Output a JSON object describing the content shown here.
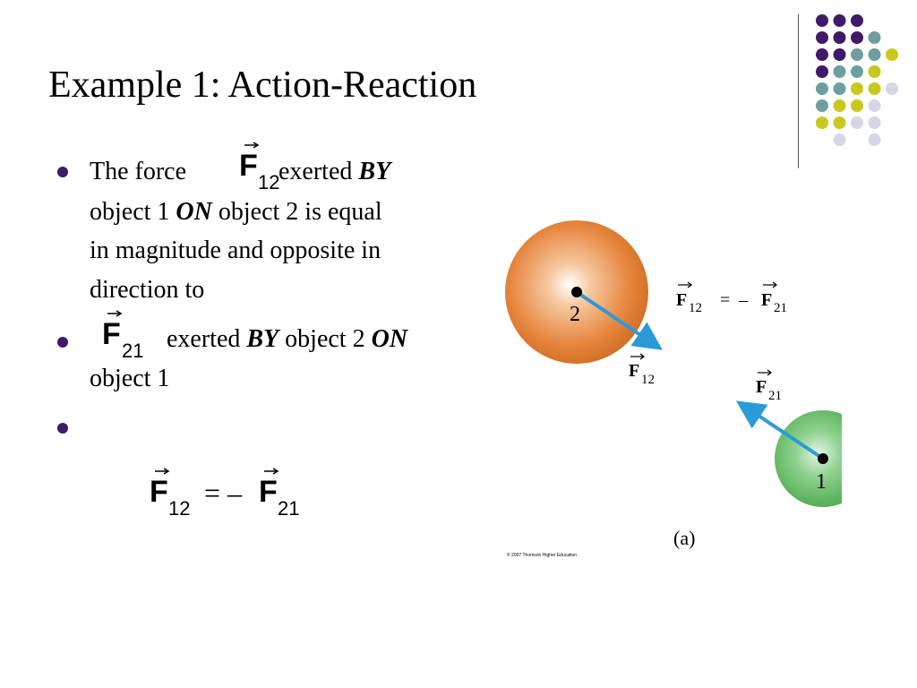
{
  "slide": {
    "title": "Example 1: Action-Reaction",
    "bullets": [
      {
        "prefix": "The force",
        "vector": "F",
        "vector_sub": "12",
        "after_vector": "exerted",
        "by_word": "BY",
        "line2_a": "object 1",
        "on_word": "ON",
        "line2_b": "object 2 is equal",
        "line3": "in magnitude and opposite in",
        "line4": "direction to"
      },
      {
        "vector": "F",
        "vector_sub": "21",
        "after_vector": "exerted",
        "by_word": "BY",
        "middle": "object 2",
        "on_word": "ON",
        "line2": "object 1"
      },
      {
        "text": ""
      }
    ],
    "equation": {
      "lhs_vector": "F",
      "lhs_sub": "12",
      "operator": "= –",
      "rhs_vector": "F",
      "rhs_sub": "21"
    }
  },
  "figure": {
    "ball_2_label": "2",
    "ball_1_label": "1",
    "f12_label": "F",
    "f12_sub": "12",
    "f21_label": "F",
    "f21_sub": "21",
    "equation_label": "F",
    "equation_lhs_sub": "12",
    "equation_operator": "=  –",
    "equation_rhs": "F",
    "equation_rhs_sub": "21",
    "panel_label": "(a)",
    "credit": "© 2007 Thomson Higher Education",
    "colors": {
      "ball_2": "#e07a30",
      "ball_1": "#5cb85c",
      "arrow": "#2a9bd8"
    }
  },
  "decoration": {
    "dot_colors": {
      "purple": "#3f1a6b",
      "teal": "#6f9e9e",
      "yellow": "#c8c81e",
      "lavender": "#d6d6e6"
    }
  }
}
